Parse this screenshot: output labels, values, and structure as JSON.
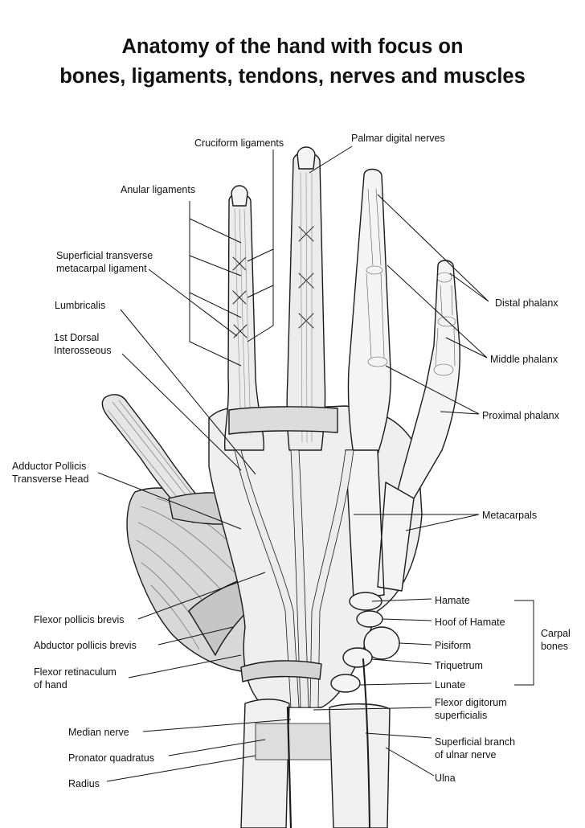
{
  "title": {
    "line1": "Anatomy of the hand with focus on",
    "line2": "bones, ligaments, tendons, nerves and muscles"
  },
  "labels": {
    "cruciform_ligaments": "Cruciform ligaments",
    "palmar_digital_nerves": "Palmar digital nerves",
    "anular_ligaments": "Anular ligaments",
    "superficial_transverse_1": "Superficial transverse",
    "superficial_transverse_2": "metacarpal ligament",
    "lumbricalis": "Lumbricalis",
    "dorsal_interosseous_1": "1st Dorsal",
    "dorsal_interosseous_2": "Interosseous",
    "adductor_pollicis_1": "Adductor Pollicis",
    "adductor_pollicis_2": "Transverse Head",
    "flexor_pollicis_brevis": "Flexor pollicis brevis",
    "abductor_pollicis_brevis": "Abductor pollicis brevis",
    "flexor_retinaculum_1": "Flexor retinaculum",
    "flexor_retinaculum_2": "of hand",
    "median_nerve": "Median nerve",
    "pronator_quadratus": "Pronator quadratus",
    "radius": "Radius",
    "distal_phalanx": "Distal phalanx",
    "middle_phalanx": "Middle phalanx",
    "proximal_phalanx": "Proximal phalanx",
    "metacarpals": "Metacarpals",
    "hamate": "Hamate",
    "hoof_of_hamate": "Hoof of Hamate",
    "pisiform": "Pisiform",
    "triquetrum": "Triquetrum",
    "lunate": "Lunate",
    "carpal_bones_1": "Carpal",
    "carpal_bones_2": "bones",
    "flexor_digitorum_1": "Flexor digitorum",
    "flexor_digitorum_2": "superficialis",
    "superficial_branch_1": "Superficial branch",
    "superficial_branch_2": "of ulnar nerve",
    "ulna": "Ulna"
  },
  "colors": {
    "ink": "#1a1a1a",
    "muscle_fill": "#d8d8d8",
    "bone_fill": "#f4f4f4",
    "tendon_fill": "#ececec",
    "background": "#ffffff"
  }
}
